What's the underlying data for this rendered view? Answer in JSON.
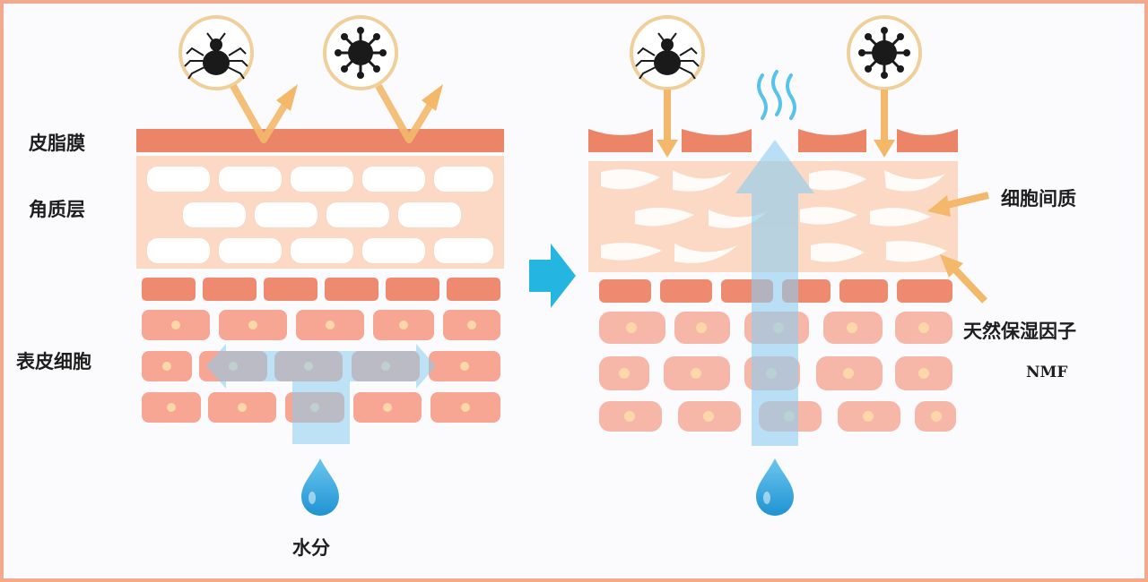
{
  "labels": {
    "sebum_membrane": "皮脂膜",
    "stratum_corneum": "角质层",
    "epidermal_cells": "表皮细胞",
    "water": "水分",
    "intercellular_substance": "细胞间质",
    "nmf": "天然保湿因子",
    "nmf_abbr": "NMF"
  },
  "icons": {
    "threat_1": "mite-icon",
    "threat_2": "bacteria-icon",
    "transition": "arrow-right-icon",
    "water": "water-drop-icon",
    "evaporation": "vapor-wave-icon"
  },
  "colors": {
    "border": "#f3a98d",
    "sebum": "#ec8468",
    "corneum_bg": "#fbd9c5",
    "cell_fill": "#f6a693",
    "cell_nucleus": "#fcd7a8",
    "ring": "#f0cf9a",
    "deflect_arrow": "#f3b86a",
    "water_flow": "#8ccdf0",
    "transition_arrow": "#24b6e0",
    "drop": "#36a9dd"
  }
}
